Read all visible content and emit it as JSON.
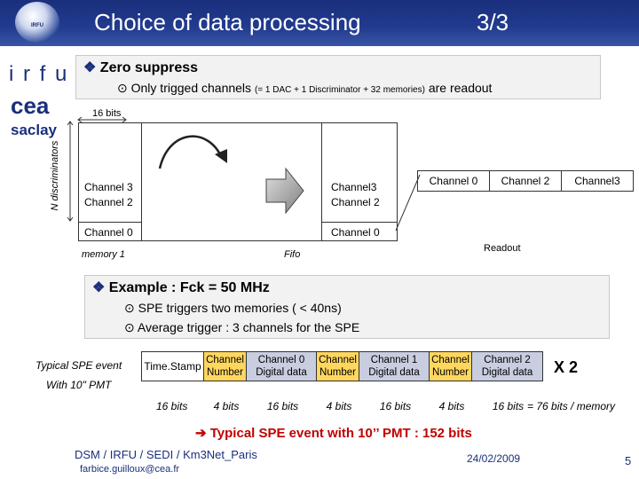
{
  "header": {
    "title": "Choice of data processing",
    "page": "3/3"
  },
  "logos": {
    "top": "IRFU",
    "irfu": "i r f u",
    "cea": "cea",
    "saclay": "saclay"
  },
  "zero_suppress": {
    "heading": "Zero suppress",
    "line_a": "Only trigged channels",
    "line_b": "(= 1 DAC + 1 Discriminator + 32 memories)",
    "line_c": "are readout"
  },
  "diagram": {
    "bits_label": "16 bits",
    "n_disc": "N discriminators",
    "memory": {
      "row1": "Channel 3",
      "row2": "Channel 2",
      "row3": "Channel 0",
      "caption": "memory 1"
    },
    "fifo": {
      "row1": "Channel3",
      "row2": "Channel 2",
      "row3": "Channel 0",
      "caption": "Fifo"
    },
    "readout": {
      "cells": [
        "Channel 0",
        "Channel 2",
        "Channel3"
      ],
      "caption": "Readout"
    }
  },
  "example": {
    "heading": "Example : Fck = 50 MHz",
    "bullet1": "SPE triggers two memories ( < 40ns)",
    "bullet2": "Average trigger : 3 channels for the SPE",
    "event_label": "Typical SPE event",
    "pmt_label": "With 10\" PMT",
    "timestamp": "Time.Stamp",
    "multiplier": "X 2",
    "fields": [
      {
        "top": "Channel",
        "bottom": "Number",
        "bits": "4 bits",
        "kind": "num"
      },
      {
        "top": "Channel 0",
        "bottom": "Digital data",
        "bits": "16 bits",
        "kind": "data"
      },
      {
        "top": "Channel",
        "bottom": "Number",
        "bits": "4 bits",
        "kind": "num"
      },
      {
        "top": "Channel 1",
        "bottom": "Digital data",
        "bits": "16 bits",
        "kind": "data"
      },
      {
        "top": "Channel",
        "bottom": "Number",
        "bits": "4 bits",
        "kind": "num"
      },
      {
        "top": "Channel 2",
        "bottom": "Digital data",
        "bits": "16 bits",
        "kind": "data"
      }
    ],
    "timestamp_bits": "16 bits",
    "total": "= 76 bits / memory",
    "result": "Typical SPE event with 10’’ PMT : 152 bits"
  },
  "footer": {
    "org": "DSM / IRFU / SEDI / Km3Net_Paris",
    "email": "farbice.guilloux@cea.fr",
    "date": "24/02/2009",
    "page_number": "5"
  },
  "colors": {
    "title_bar": "#1a2f7c",
    "accent_red": "#c00000",
    "channel_number_bg": "#ffd75e",
    "digital_data_bg": "#c9cde0"
  }
}
